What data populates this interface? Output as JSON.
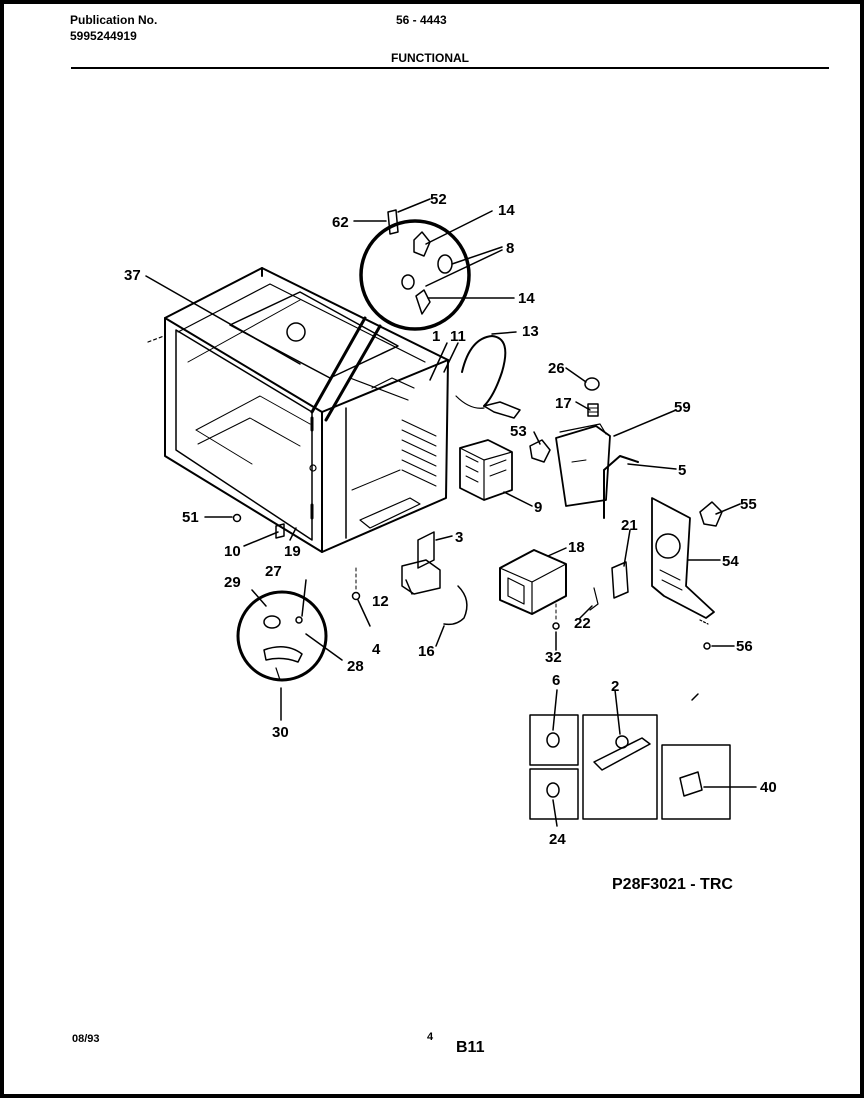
{
  "header": {
    "publication_label": "Publication No.",
    "publication_number": "5995244919",
    "model": "56 - 4443",
    "section": "FUNCTIONAL"
  },
  "diagram": {
    "callouts": [
      "1",
      "2",
      "3",
      "4",
      "5",
      "6",
      "8",
      "9",
      "10",
      "11",
      "12",
      "13",
      "14",
      "14",
      "16",
      "17",
      "18",
      "19",
      "21",
      "22",
      "24",
      "26",
      "27",
      "28",
      "29",
      "30",
      "32",
      "37",
      "40",
      "51",
      "52",
      "53",
      "54",
      "55",
      "56",
      "59",
      "62"
    ],
    "drawing_code": "P28F3021 - TRC"
  },
  "footer": {
    "date": "08/93",
    "page_number": "4",
    "page_code": "B11"
  }
}
